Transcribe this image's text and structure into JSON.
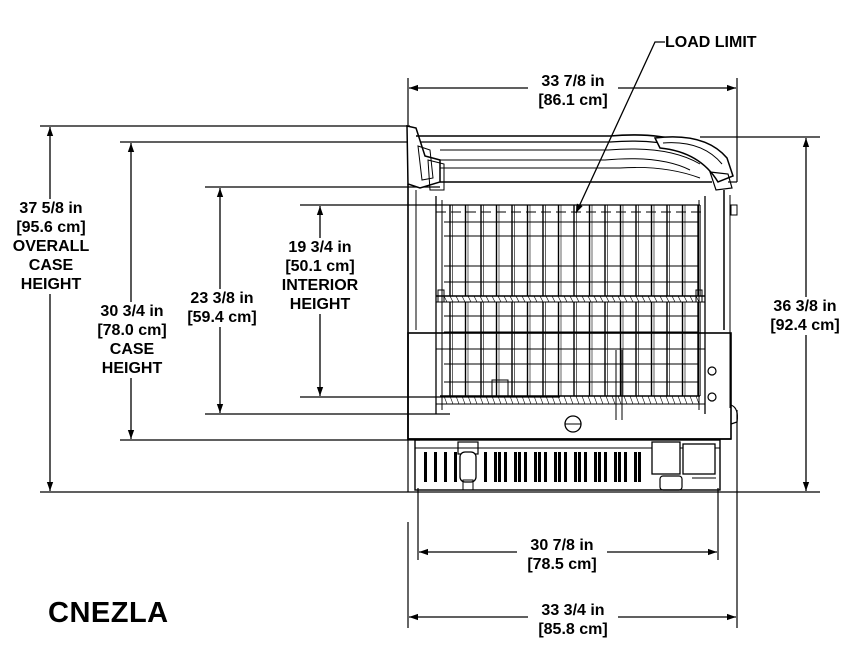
{
  "model": "CNEZLA",
  "callout": {
    "label": "LOAD LIMIT"
  },
  "dimensions": {
    "top_width": {
      "imperial": "33 7/8 in",
      "metric": "[86.1 cm]"
    },
    "overall_height": {
      "imperial": "37 5/8 in",
      "metric": "[95.6 cm]",
      "line1": "OVERALL",
      "line2": "CASE",
      "line3": "HEIGHT"
    },
    "case_height": {
      "imperial": "30 3/4 in",
      "metric": "[78.0 cm]",
      "line1": "CASE",
      "line2": "HEIGHT"
    },
    "mid_height": {
      "imperial": "23 3/8 in",
      "metric": "[59.4 cm]"
    },
    "interior_height": {
      "imperial": "19 3/4 in",
      "metric": "[50.1 cm]",
      "line1": "INTERIOR",
      "line2": "HEIGHT"
    },
    "right_height": {
      "imperial": "36 3/8 in",
      "metric": "[92.4 cm]"
    },
    "base_width": {
      "imperial": "30 7/8 in",
      "metric": "[78.5 cm]"
    },
    "bottom_width": {
      "imperial": "33 3/4 in",
      "metric": "[85.8 cm]"
    }
  }
}
